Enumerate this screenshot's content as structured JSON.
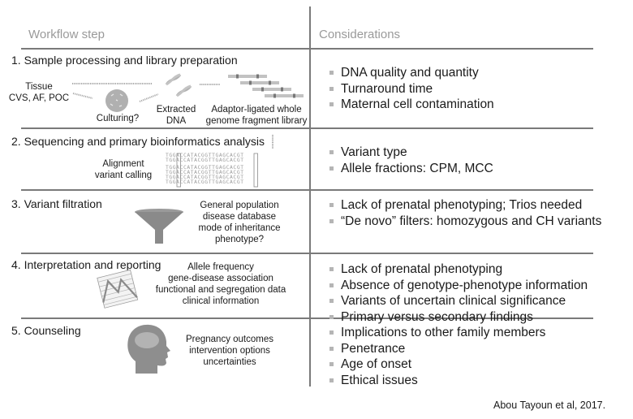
{
  "header": {
    "col_left": "Workflow step",
    "col_right": "Considerations"
  },
  "steps": [
    {
      "title": "1. Sample processing and library preparation",
      "labels": {
        "tissue": [
          "Tissue",
          "CVS, AF, POC"
        ],
        "culturing": "Culturing?",
        "extracted": [
          "Extracted",
          "DNA"
        ],
        "library": [
          "Adaptor-ligated whole",
          "genome fragment library"
        ]
      },
      "considerations": [
        "DNA quality and quantity",
        "Turnaround time",
        "Maternal cell contamination"
      ]
    },
    {
      "title": "2. Sequencing and primary bioinformatics analysis",
      "labels": {
        "alignment": [
          "Alignment",
          "variant calling"
        ]
      },
      "sequence_reads": [
        "TGGACCATACGGTTGAGCACGT",
        "TGGACCATACGGTTGAGCACGT",
        "TGGACCATACGGTTGAGCACGT",
        "TGGACCATACGGTTGAGCACGT",
        "TGGACCATACGGTTGAGCACGT",
        "TGGACCATACGGTTGAGCACGT"
      ],
      "considerations": [
        "Variant type",
        "Allele fractions: CPM, MCC"
      ]
    },
    {
      "title": "3. Variant filtration",
      "labels": {
        "filters": [
          "General population",
          "disease database",
          "mode of inheritance",
          "phenotype?"
        ]
      },
      "considerations": [
        "Lack of prenatal phenotyping; Trios needed",
        "“De novo” filters: homozygous and CH variants"
      ]
    },
    {
      "title": "4. Interpretation and reporting",
      "labels": {
        "evidence": [
          "Allele frequency",
          "gene-disease association",
          "functional and segregation data",
          "clinical information"
        ]
      },
      "considerations": [
        "Lack of prenatal phenotyping",
        "Absence of genotype-phenotype information",
        "Variants of uncertain clinical significance",
        "Primary versus secondary findings",
        "Implications to other family members",
        "Penetrance",
        "Age of onset",
        "Ethical issues"
      ]
    },
    {
      "title": "5. Counseling",
      "labels": {
        "topics": [
          "Pregnancy outcomes",
          "intervention options",
          "uncertainties"
        ]
      },
      "considerations": []
    }
  ],
  "citation": "Abou Tayoun et al, 2017.",
  "colors": {
    "line": "#7a7a7a",
    "icon_gray": "#8c8c8c",
    "header_text": "#9a9a9a",
    "bullet": "#b5b5b5"
  }
}
